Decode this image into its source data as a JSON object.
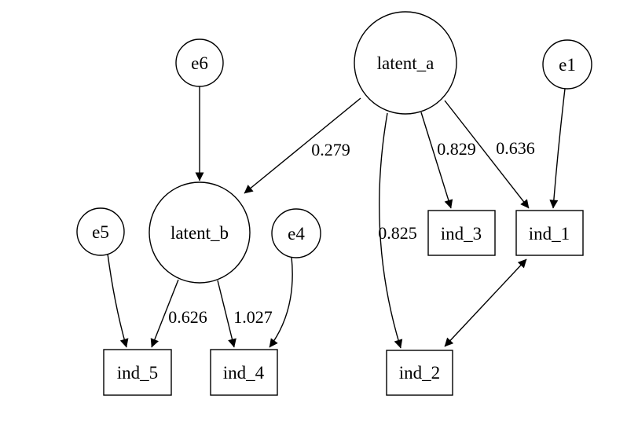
{
  "diagram": {
    "type": "sem-path-diagram",
    "nodes": {
      "latent_a": {
        "label": "latent_a",
        "shape": "circle"
      },
      "latent_b": {
        "label": "latent_b",
        "shape": "circle"
      },
      "e1": {
        "label": "e1",
        "shape": "circle"
      },
      "e4": {
        "label": "e4",
        "shape": "circle"
      },
      "e5": {
        "label": "e5",
        "shape": "circle"
      },
      "e6": {
        "label": "e6",
        "shape": "circle"
      },
      "ind_1": {
        "label": "ind_1",
        "shape": "rect"
      },
      "ind_2": {
        "label": "ind_2",
        "shape": "rect"
      },
      "ind_3": {
        "label": "ind_3",
        "shape": "rect"
      },
      "ind_4": {
        "label": "ind_4",
        "shape": "rect"
      },
      "ind_5": {
        "label": "ind_5",
        "shape": "rect"
      }
    },
    "edges": [
      {
        "from": "e6",
        "to": "latent_b",
        "label": "",
        "type": "directed"
      },
      {
        "from": "latent_a",
        "to": "latent_b",
        "label": "0.279",
        "type": "directed"
      },
      {
        "from": "latent_a",
        "to": "ind_3",
        "label": "0.829",
        "type": "directed"
      },
      {
        "from": "latent_a",
        "to": "ind_1",
        "label": "0.636",
        "type": "directed"
      },
      {
        "from": "e1",
        "to": "ind_1",
        "label": "",
        "type": "directed"
      },
      {
        "from": "latent_a",
        "to": "ind_2",
        "label": "0.825",
        "type": "directed"
      },
      {
        "from": "ind_2",
        "to": "ind_1",
        "label": "",
        "type": "bidirectional"
      },
      {
        "from": "e5",
        "to": "ind_5",
        "label": "",
        "type": "directed"
      },
      {
        "from": "latent_b",
        "to": "ind_5",
        "label": "0.626",
        "type": "directed"
      },
      {
        "from": "latent_b",
        "to": "ind_4",
        "label": "1.027",
        "type": "directed"
      },
      {
        "from": "e4",
        "to": "ind_4",
        "label": "",
        "type": "directed"
      }
    ],
    "colors": {
      "background": "#ffffff",
      "stroke": "#000000",
      "text": "#000000"
    }
  }
}
